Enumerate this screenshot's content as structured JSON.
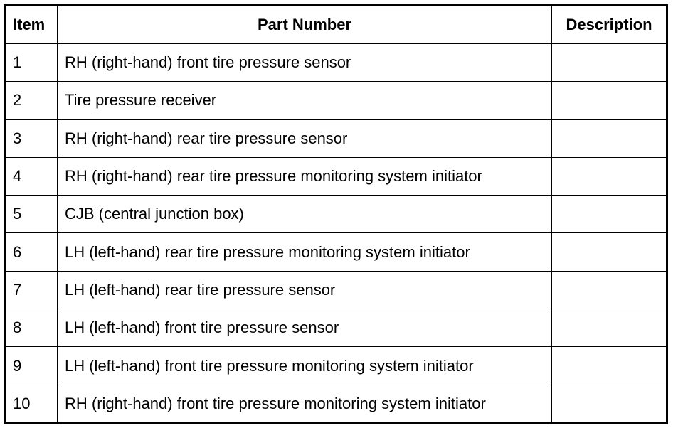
{
  "table": {
    "headers": {
      "item": "Item",
      "part_number": "Part Number",
      "description": "Description"
    },
    "rows": [
      {
        "item": "1",
        "part_number": "RH (right-hand) front tire pressure sensor",
        "description": ""
      },
      {
        "item": "2",
        "part_number": "Tire pressure receiver",
        "description": ""
      },
      {
        "item": "3",
        "part_number": "RH (right-hand) rear tire pressure sensor",
        "description": ""
      },
      {
        "item": "4",
        "part_number": "RH (right-hand) rear tire pressure monitoring system initiator",
        "description": ""
      },
      {
        "item": "5",
        "part_number": "CJB (central junction box)",
        "description": ""
      },
      {
        "item": "6",
        "part_number": "LH (left-hand) rear tire pressure monitoring system initiator",
        "description": ""
      },
      {
        "item": "7",
        "part_number": "LH (left-hand) rear tire pressure sensor",
        "description": ""
      },
      {
        "item": "8",
        "part_number": "LH (left-hand) front tire pressure sensor",
        "description": ""
      },
      {
        "item": "9",
        "part_number": "LH (left-hand) front tire pressure monitoring system initiator",
        "description": ""
      },
      {
        "item": "10",
        "part_number": "RH (right-hand) front tire pressure monitoring system initiator",
        "description": ""
      }
    ]
  }
}
